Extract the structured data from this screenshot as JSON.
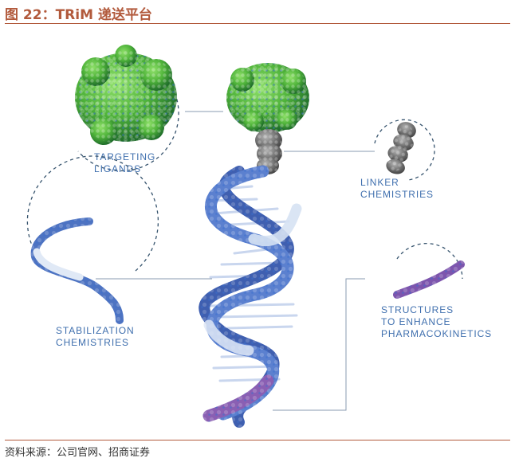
{
  "figure": {
    "title": "图 22：TRiM 递送平台",
    "source": "资料来源：公司官网、招商证券"
  },
  "labels": {
    "targeting": [
      "TARGETING",
      "LIGANDS"
    ],
    "linker": [
      "LINKER",
      "CHEMISTRIES"
    ],
    "stabilization": [
      "STABILIZATION",
      "CHEMISTRIES"
    ],
    "structures": [
      "STRUCTURES",
      "TO ENHANCE",
      "PHARMACOKINETICS"
    ]
  },
  "colors": {
    "accent": "#b25a3c",
    "label": "#3f6fae",
    "ligand_green": "#5bbf3f",
    "helix_blue": "#4d6fc0",
    "linker_gray": "#6b6b6b",
    "tail_purple": "#8a5fb3"
  }
}
